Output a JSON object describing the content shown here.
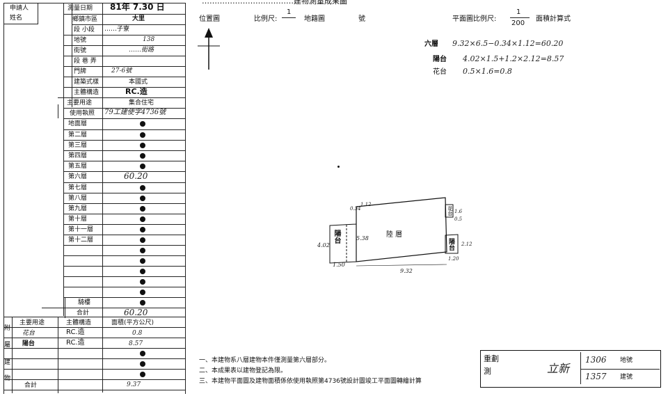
{
  "header_title": "………………………………建物測量成果圖",
  "left_labels": {
    "applicant": "申請人",
    "name": "姓名",
    "survey_date_label": "測量日期",
    "survey_date_value": "81年 7.30 日",
    "township_label": "鄉鎮市區",
    "township_value": "大里",
    "section_label": "段 小段",
    "section_value": "……子寮",
    "land_no_label": "地號",
    "land_no_value": "138",
    "street_label": "街號",
    "street_value": "……街路",
    "alley_label": "段 巷 弄",
    "gate_label": "門牌",
    "gate_value": "27-6號",
    "building_label": "建築式樣",
    "building_value": "本國式",
    "structure_label": "主體構造",
    "structure_value": "RC.造",
    "usage_label": "主要用途",
    "usage_value": "集合住宅",
    "permit_label": "使用執照",
    "permit_value": "79工建使字4736號"
  },
  "floor_rows": [
    {
      "label": "地面層",
      "value": ""
    },
    {
      "label": "第二層",
      "value": ""
    },
    {
      "label": "第三層",
      "value": ""
    },
    {
      "label": "第四層",
      "value": ""
    },
    {
      "label": "第五層",
      "value": ""
    },
    {
      "label": "第六層",
      "value": "60.20"
    },
    {
      "label": "第七層",
      "value": ""
    },
    {
      "label": "第八層",
      "value": ""
    },
    {
      "label": "第九層",
      "value": ""
    },
    {
      "label": "第十層",
      "value": ""
    },
    {
      "label": "第十一層",
      "value": ""
    },
    {
      "label": "第十二層",
      "value": ""
    }
  ],
  "totals": {
    "building_label": "騎樓",
    "total_label": "合計",
    "total_value": "60.20"
  },
  "annex": {
    "col1": "主要用途",
    "col2": "主體構造",
    "col3": "面積(平方公尺)",
    "rows": [
      {
        "use": "花台",
        "struct": "RC.造",
        "area": "0.8"
      },
      {
        "use": "陽台",
        "struct": "RC.造",
        "area": "8.57"
      }
    ],
    "total_label": "合計",
    "total_value": "9.37"
  },
  "side_labels": [
    "附",
    "屬",
    "建",
    "物"
  ],
  "top_right": {
    "location_label": "位置圖",
    "scale_label": "比例尺:",
    "scale_num": "1",
    "landmap_label": "地籍圖",
    "number_label": "號",
    "plan_scale_label": "平面圖比例尺:",
    "plan_scale_num": "1",
    "plan_scale_den": "200",
    "area_calc_label": "面積計算式"
  },
  "calc_lines": [
    {
      "label": "六層",
      "formula": "9.32×6.5−0.34×1.12=60.20"
    },
    {
      "label": "陽台",
      "formula": "4.02×1.5+1.2×2.12=8.57"
    },
    {
      "label": "花台",
      "formula": "0.5×1.6=0.8"
    }
  ],
  "plan_labels": {
    "room": "陸 層",
    "balcony_left": "陽台",
    "balcony_right": "陽台",
    "flower": "花台",
    "dim_bottom": "9.32",
    "dim_left_height": "5.38",
    "dim_top": "1.12",
    "dim_top2": "0.34",
    "dim_left_balcony": "4.02",
    "dim_left_balcony_w": "1.50",
    "dim_right_balcony": "1.20",
    "dim_right_balcony_h": "2.12",
    "dim_flower": "1.6",
    "dim_flower2": "0.5"
  },
  "notes": [
    "一、本建物系八層建物本件僅測量第六層部分。",
    "二、本成果表以建物登記為限。",
    "三、本建物平面圖及建物面積係依使用執照第4736號設計圖竣工平面圖轉繪計算"
  ],
  "stamp": {
    "line1": "重劃",
    "line2": "測",
    "name": "立新",
    "land_no": "1306",
    "land_suffix": "地號",
    "bldg_no": "1357",
    "bldg_suffix": "建號"
  }
}
